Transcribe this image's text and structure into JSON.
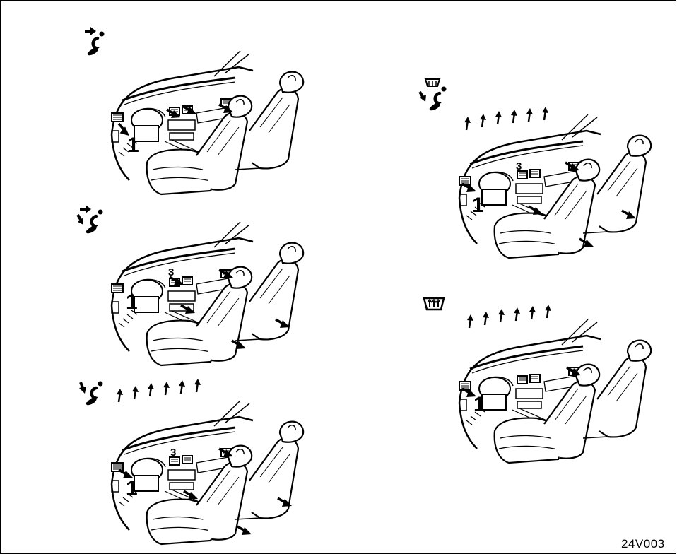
{
  "diagram_code": "24V003",
  "panels": [
    {
      "id": "vent",
      "mode_icon": "face-vent-icon",
      "label_1": "1"
    },
    {
      "id": "bilevel",
      "mode_icon": "bilevel-icon",
      "label_1": "1",
      "label_3": "3"
    },
    {
      "id": "foot",
      "mode_icon": "foot-icon",
      "label_1": "1",
      "label_3": "3"
    },
    {
      "id": "foot-defrost",
      "mode_icon": "foot-defrost-icon",
      "label_1": "1",
      "label_3": "3"
    },
    {
      "id": "defrost",
      "mode_icon": "defrost-icon",
      "label_1": "1"
    }
  ]
}
